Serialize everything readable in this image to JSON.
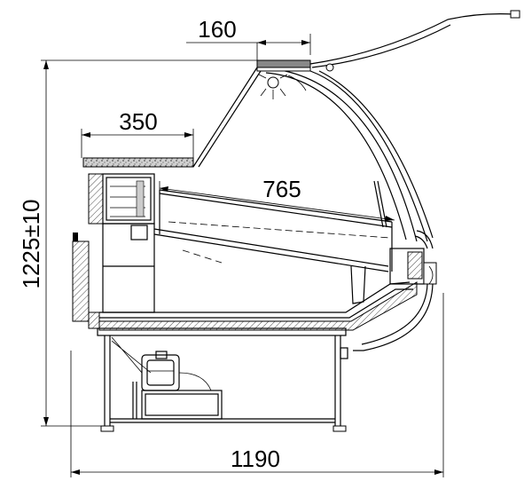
{
  "dimensions": {
    "top_opening": "160",
    "counter_depth": "350",
    "shelf_depth": "765",
    "height": "1225±10",
    "total_width": "1190"
  },
  "colors": {
    "line": "#000000",
    "background": "#ffffff",
    "stone": "#b8b8b8"
  }
}
